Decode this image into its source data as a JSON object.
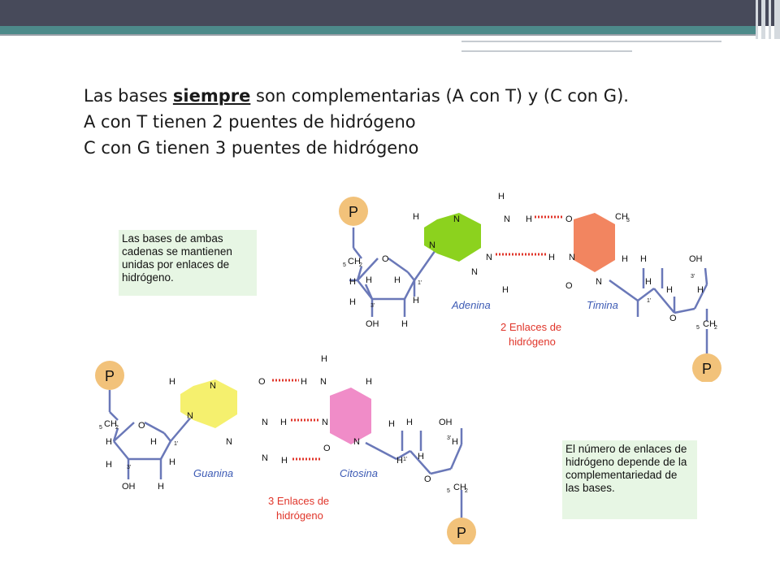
{
  "slide": {
    "line1_before": "Las bases ",
    "line1_emphasis": "siempre",
    "line1_after": " son complementarias (A con T) y (C con G).",
    "line2": "A con T tienen 2 puentes de hidrógeno",
    "line3": "C con G tienen 3 puentes de hidrógeno"
  },
  "notes": {
    "left": "Las bases de ambas cadenas se mantienen unidas por enlaces de hidrógeno.",
    "right": "El número de enlaces de hidrógeno depende de la complementariedad de las bases."
  },
  "pair_at": {
    "base1": "Adenina",
    "base2": "Timina",
    "bonds_line1": "2 Enlaces de",
    "bonds_line2": "hidrógeno"
  },
  "pair_gc": {
    "base1": "Guanina",
    "base2": "Citosina",
    "bonds_line1": "3 Enlaces de",
    "bonds_line2": "hidrógeno"
  },
  "atoms": {
    "P": "P",
    "H": "H",
    "N": "N",
    "O": "O",
    "OH": "OH",
    "CH2": "CH",
    "CH3": "CH",
    "sub2": "2",
    "sub3": "3",
    "prime1": "1'",
    "prime3": "3'",
    "five": "5"
  },
  "colors": {
    "adenine": "#8cd21e",
    "thymine": "#f28560",
    "guanine": "#f5f06e",
    "cytosine": "#f08cc8",
    "hbond": "#e0352a",
    "bond": "#6a78b8",
    "phosphate": "#f2c27a",
    "note_bg": "#e7f6e4"
  }
}
